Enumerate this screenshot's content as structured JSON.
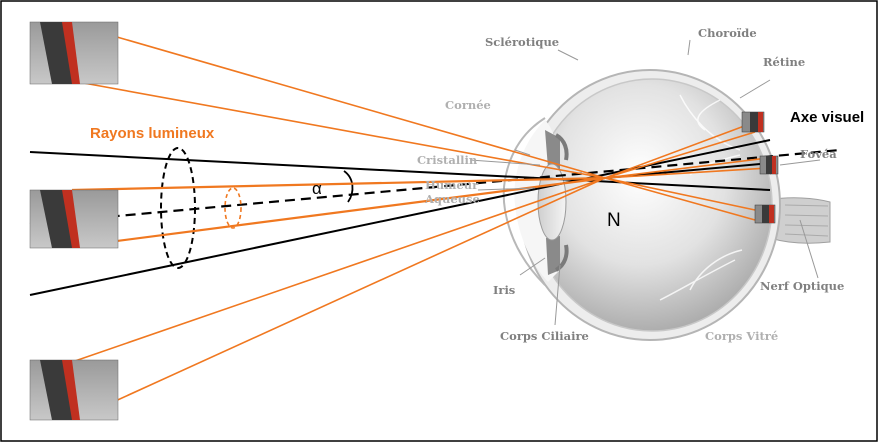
{
  "diagram": {
    "labels": {
      "rays": "Rayons lumineux",
      "visual_axis": "Axe visuel",
      "nodal_point": "N",
      "angle": "α",
      "sclera": "Sclérotique",
      "choroid": "Choroïde",
      "retina": "Rétine",
      "cornea": "Cornée",
      "lens": "Cristallin",
      "aqueous_line1": "Humeur",
      "aqueous_line2": "Aqueuse",
      "fovea": "Fovéa",
      "iris": "Iris",
      "ciliary_body": "Corps Ciliaire",
      "vitreous": "Corps Vitré",
      "optic_nerve": "Nerf Optique"
    },
    "colors": {
      "rays": "#f07820",
      "rays_label": "#f07820",
      "anatomy_label": "#808080",
      "anatomy_label_light": "#b0b0b0",
      "axis_lines": "#000000",
      "eye_body": "#d8d8d8",
      "object_red": "#c03020"
    },
    "icons": {
      "object": "photo-thumbnail-red-object",
      "eye": "eyeball-cross-section"
    }
  }
}
